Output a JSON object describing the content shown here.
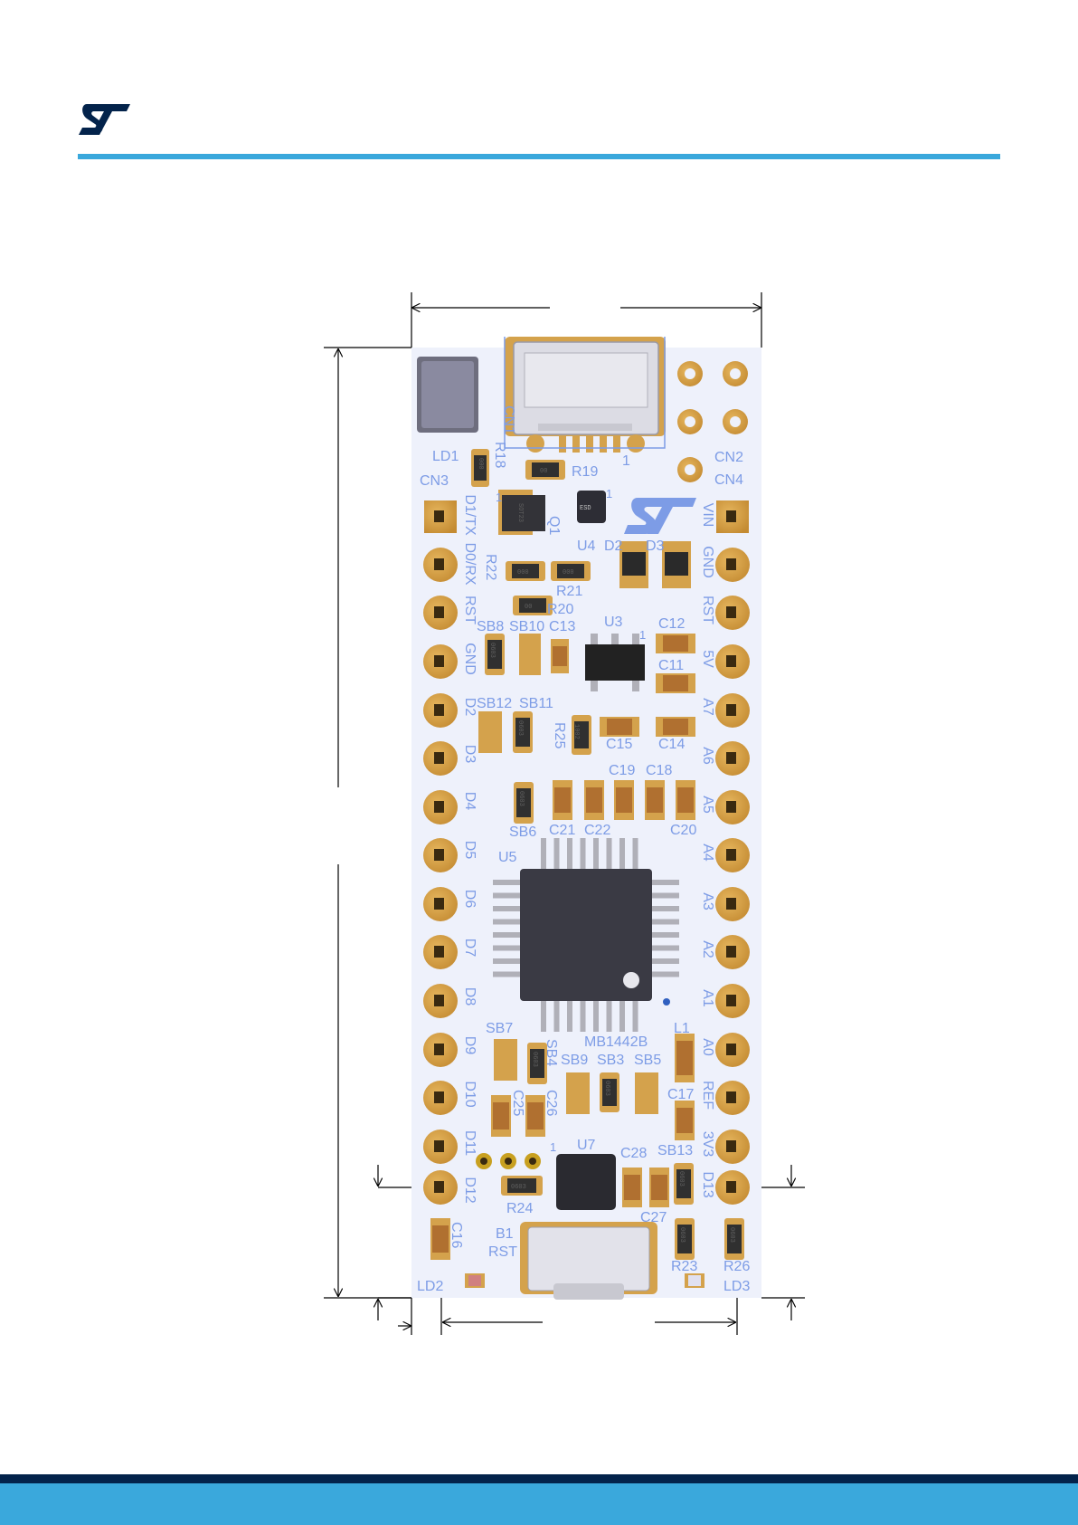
{
  "brand": {
    "logo_text": "ST",
    "accent_color": "#3aa8dc",
    "footer_dark_color": "#03234b"
  },
  "board": {
    "pcb_color": "#eef1fb",
    "silk_color": "#7d9ce6",
    "pad_color": "#d4a24c",
    "board_name": "MB1442B",
    "left_header_label": "CN3",
    "left_pins": [
      "D1/TX",
      "D0/RX",
      "RST",
      "GND",
      "D2",
      "D3",
      "D4",
      "D5",
      "D6",
      "D7",
      "D8",
      "D9",
      "D10",
      "D11",
      "D12"
    ],
    "right_pins": [
      "VIN",
      "GND",
      "RST",
      "5V",
      "A7",
      "A6",
      "A5",
      "A4",
      "A3",
      "A2",
      "A1",
      "A0",
      "REF",
      "3V3",
      "D13"
    ],
    "top_connectors": [
      "CN2",
      "CN4"
    ],
    "usb_label": "CN1",
    "usb_pin1": "1",
    "reset_labels": [
      "B1",
      "RST"
    ],
    "mcu_label": "U5",
    "components": [
      {
        "id": "LD1"
      },
      {
        "id": "R18"
      },
      {
        "id": "R19"
      },
      {
        "id": "Q1"
      },
      {
        "id": "U4"
      },
      {
        "id": "D2"
      },
      {
        "id": "D3"
      },
      {
        "id": "R22"
      },
      {
        "id": "R21"
      },
      {
        "id": "R20"
      },
      {
        "id": "SB8"
      },
      {
        "id": "SB10"
      },
      {
        "id": "C13"
      },
      {
        "id": "U3"
      },
      {
        "id": "C12"
      },
      {
        "id": "C11"
      },
      {
        "id": "SB12"
      },
      {
        "id": "SB11"
      },
      {
        "id": "R25"
      },
      {
        "id": "C15"
      },
      {
        "id": "C14"
      },
      {
        "id": "C19"
      },
      {
        "id": "C18"
      },
      {
        "id": "SB6"
      },
      {
        "id": "C21"
      },
      {
        "id": "C22"
      },
      {
        "id": "C20"
      },
      {
        "id": "SB7"
      },
      {
        "id": "SB4"
      },
      {
        "id": "SB9"
      },
      {
        "id": "SB3"
      },
      {
        "id": "SB5"
      },
      {
        "id": "L1"
      },
      {
        "id": "C17"
      },
      {
        "id": "C25"
      },
      {
        "id": "C26"
      },
      {
        "id": "U7"
      },
      {
        "id": "C28"
      },
      {
        "id": "SB13"
      },
      {
        "id": "R24"
      },
      {
        "id": "C27"
      },
      {
        "id": "C16"
      },
      {
        "id": "R23"
      },
      {
        "id": "R26"
      },
      {
        "id": "LD2"
      },
      {
        "id": "LD3"
      }
    ],
    "pin1_markers": [
      "1",
      "1",
      "1",
      "1"
    ],
    "part_markings": {
      "R18": "000",
      "R19": "00",
      "R20": "00",
      "R21": "000",
      "R22": "000",
      "Q1": "SOT23",
      "U4": "ESD",
      "SB8": "0603",
      "SB11": "0603",
      "R25": "1002",
      "SB6": "0603",
      "SB4": "0603",
      "SB3": "0603",
      "R24": "0603",
      "SB13": "0603",
      "R23": "0603",
      "R26": "0603"
    }
  }
}
